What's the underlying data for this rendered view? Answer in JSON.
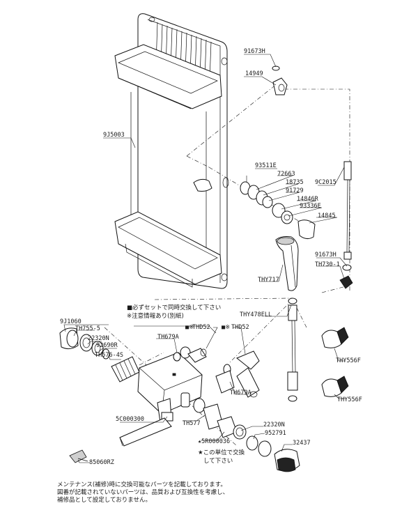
{
  "labels": {
    "p91673h_top": "91673H",
    "p14949": "14949",
    "p9j5003": "9J5003",
    "p93511e": "93511E",
    "p72663": "72663",
    "p18735": "18735",
    "p9c2015": "9C2015",
    "p91729": "91729",
    "p14846r": "14846R",
    "p93336e": "93336E",
    "p14845": "14845",
    "p91673h_mid": "91673H",
    "pth730": "TH730-1",
    "pthy717": "THY717",
    "pthy478": "THY478ELL",
    "p9j1060": "9J1060",
    "pth755": "TH755-5",
    "p22320n_a": "22320N",
    "p92690r": "92690R",
    "pth576": "TH576-4S",
    "pth679a_a": "TH679A",
    "pthd52_a": "THD52",
    "pthd52_b": "THD52",
    "pth679a_b": "TH679A",
    "pthy556f_a": "THY556F",
    "pthy556f_b": "THY556F",
    "p5c000300": "5C000300",
    "pth577": "TH577",
    "p22320n_b": "22320N",
    "p952791": "952791",
    "p5r000036": "5R000036",
    "p32437": "32437",
    "p85060rz": "85060RZ"
  },
  "notes": {
    "set_line1": "必ずセットで同時交換して下さい",
    "set_line2": "※注意情報あり(別紙)",
    "unit_line1": "この単位で交換",
    "unit_line2": "して下さい"
  },
  "footer": {
    "line1": "メンテナンス(補修)時に交換可能なパーツを記載しております。",
    "line2": "図番が記載されていないパーツは、品質および互換性を考慮し、",
    "line3": "補修品として設定しておりません。"
  }
}
